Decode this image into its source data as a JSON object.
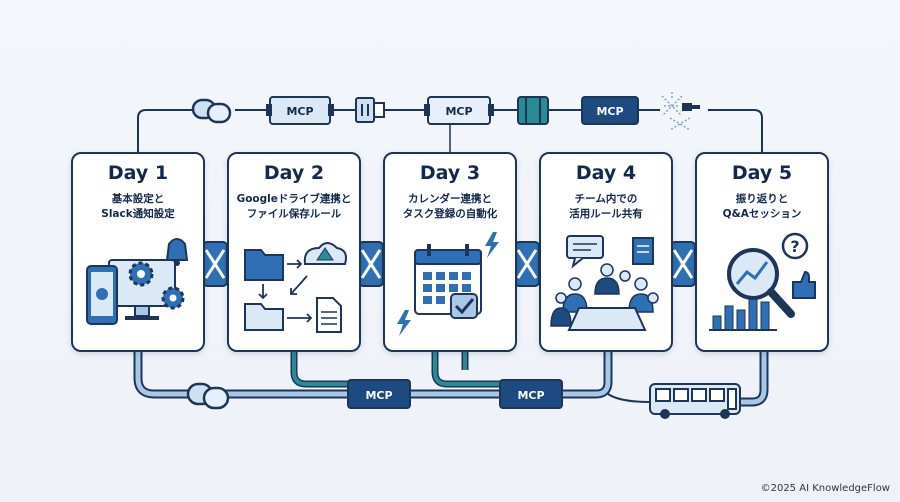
{
  "cards": [
    {
      "day": "Day 1",
      "line1": "基本設定と",
      "line2": "Slack通知設定"
    },
    {
      "day": "Day 2",
      "line1": "Googleドライブ連携と",
      "line2": "ファイル保存ルール"
    },
    {
      "day": "Day 3",
      "line1": "カレンダー連携と",
      "line2": "タスク登録の自動化"
    },
    {
      "day": "Day 4",
      "line1": "チーム内での",
      "line2": "活用ルール共有"
    },
    {
      "day": "Day 5",
      "line1": "振り返りと",
      "line2": "Q&Aセッション"
    }
  ],
  "connectors": {
    "top": [
      "MCP",
      "MCP",
      "MCP"
    ],
    "bottom": [
      "MCP",
      "MCP"
    ]
  },
  "footer": "©2025 AI KnowledgeFlow",
  "colors": {
    "navy": "#1d3557",
    "blue": "#2f6fb5",
    "light_blue": "#a9c8e8",
    "teal": "#2a8a96",
    "chip_fill": "#dbe9f7"
  }
}
